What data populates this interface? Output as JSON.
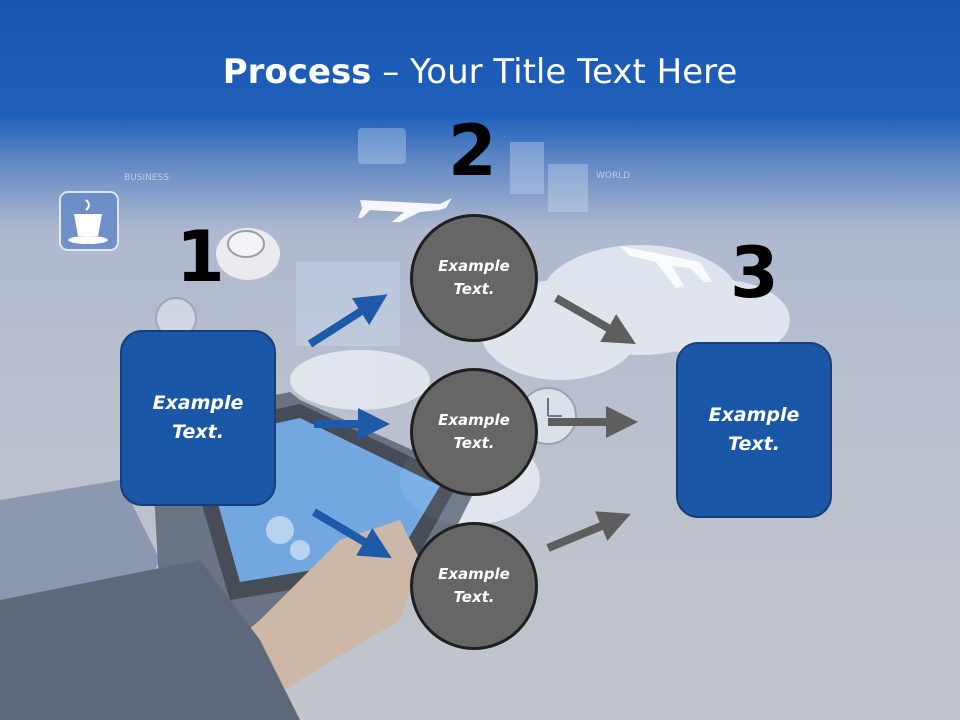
{
  "slide": {
    "title_bold": "Process",
    "title_rest": " – Your Title Text Here",
    "step_numbers": [
      "1",
      "2",
      "3"
    ],
    "left_box": "Example\nText.",
    "right_box": "Example\nText.",
    "circles": [
      "Example\nText.",
      "Example\nText.",
      "Example\nText."
    ],
    "background_text": {
      "business": "BUSINESS",
      "world": "WORLD"
    }
  },
  "colors": {
    "header_blue": "#1e5fbb",
    "box_fill": "#1a57a6",
    "box_border": "#173e77",
    "circle_fill": "#666666",
    "circle_border": "#1f1f1f",
    "arrow_blue": "#1f5aa8",
    "arrow_gray": "#5e5e5e"
  },
  "icons": [
    "coffee-cup-icon",
    "airplane-icon",
    "clock-icon",
    "tablet-icon",
    "gear-icon",
    "cloud-icon"
  ]
}
